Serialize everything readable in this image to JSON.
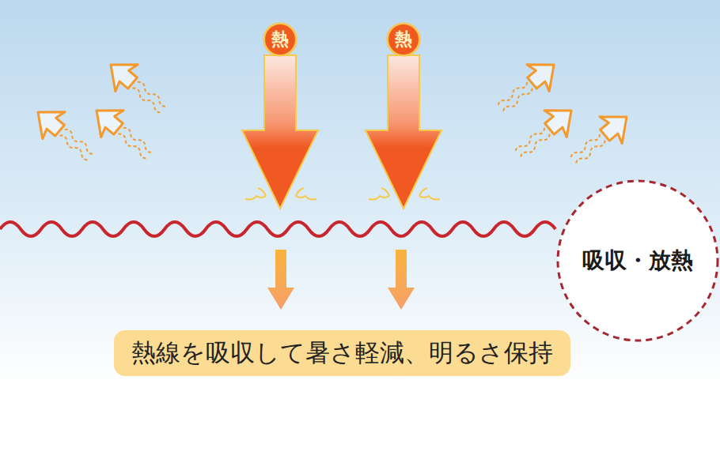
{
  "diagram": {
    "nodes": [
      {
        "text": [
          "熱"
        ]
      },
      {
        "text": [
          "熱"
        ]
      },
      {
        "text": [
          "吸収・放熱"
        ]
      },
      {
        "text": [
          "熱線を吸収して暑さ軽減、明るさ保持"
        ]
      }
    ]
  }
}
